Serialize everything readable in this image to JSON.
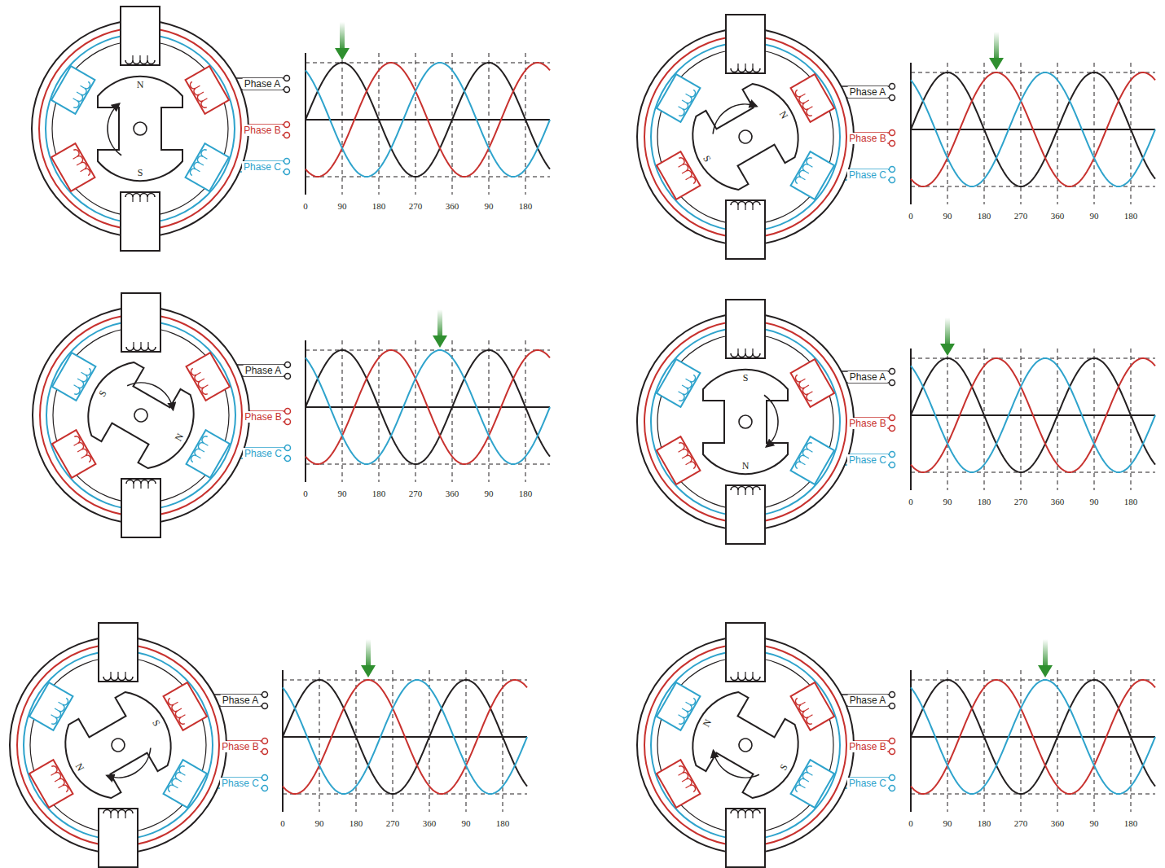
{
  "diagram": {
    "labels": [
      "Phase A",
      "Phase B",
      "Phase C",
      "N",
      "S",
      "0",
      "90",
      "180",
      "270",
      "360",
      "90",
      "180",
      "Phase A",
      "Phase B",
      "Phase C",
      "N",
      "S",
      "0",
      "90",
      "180",
      "270",
      "360",
      "90",
      "180",
      "Phase A",
      "Phase B",
      "Phase C",
      "N",
      "S",
      "0",
      "90",
      "180",
      "270",
      "360",
      "90",
      "180",
      "Phase A",
      "Phase B",
      "Phase C",
      "N",
      "S",
      "0",
      "90",
      "180",
      "270",
      "360",
      "90",
      "180",
      "Phase A",
      "Phase B",
      "Phase C",
      "N",
      "S",
      "0",
      "90",
      "180",
      "270",
      "360",
      "90",
      "180",
      "Phase A",
      "Phase B",
      "Phase C",
      "N",
      "S",
      "0",
      "90",
      "180",
      "270",
      "360",
      "90",
      "180"
    ]
  }
}
